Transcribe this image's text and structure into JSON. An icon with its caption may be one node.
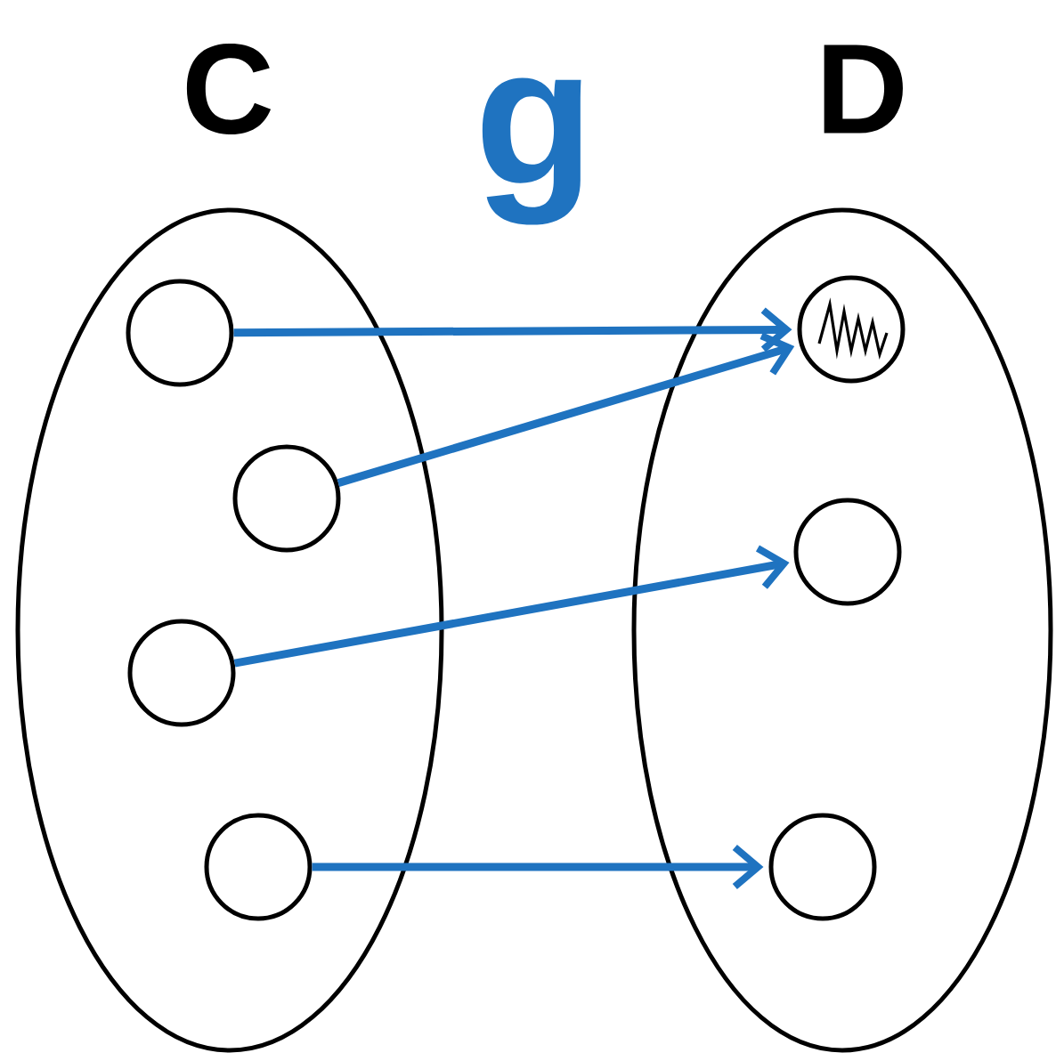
{
  "diagram": {
    "nodes": [
      {
        "text": [
          "C"
        ]
      },
      {
        "text": [
          "D"
        ]
      },
      {
        "text": [],
        "shape": "circle",
        "in": 0
      },
      {
        "text": [],
        "shape": "circle",
        "in": 0
      },
      {
        "text": [],
        "shape": "circle",
        "in": 0
      },
      {
        "text": [],
        "shape": "circle",
        "in": 0
      },
      {
        "text": [],
        "shape": "circle",
        "in": 1
      },
      {
        "text": [],
        "shape": "circle",
        "in": 1
      },
      {
        "text": [],
        "shape": "circle",
        "in": 1
      }
    ],
    "edges": [
      {
        "from": 2,
        "to": 6,
        "arrow": "to"
      },
      {
        "from": 3,
        "to": 6,
        "arrow": "to"
      },
      {
        "from": 4,
        "to": 7,
        "arrow": "to"
      },
      {
        "from": 5,
        "to": 8,
        "arrow": "to"
      }
    ],
    "labels": [
      "g"
    ]
  }
}
